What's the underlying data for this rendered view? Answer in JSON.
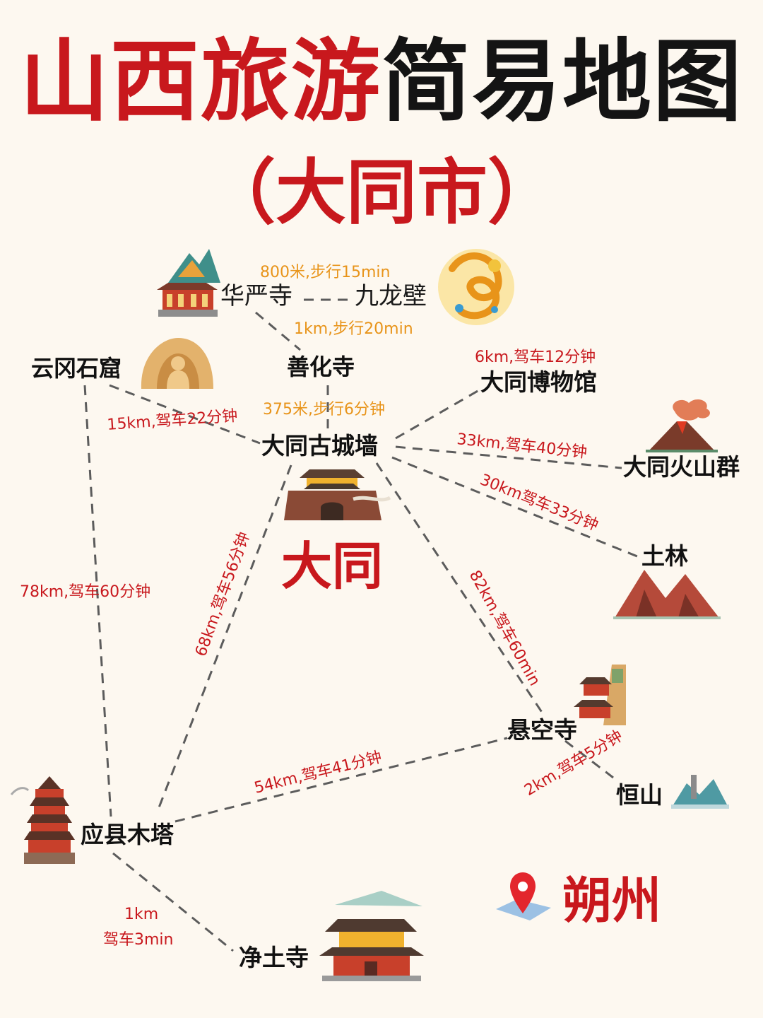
{
  "title": {
    "part_red": "山西旅游",
    "part_black": "简易地图"
  },
  "subtitle": "（大同市）",
  "colors": {
    "red": "#c8181d",
    "orange": "#e8941a",
    "line": "#5c5c5c",
    "text": "#111111"
  },
  "places": {
    "huayan": "华严寺",
    "jiulong": "九龙壁",
    "yungang": "云冈石窟",
    "shanhua": "善化寺",
    "museum": "大同博物馆",
    "citywall": "大同古城墙",
    "volcano": "大同火山群",
    "tulin": "土林",
    "xuankong": "悬空寺",
    "hengshan": "恒山",
    "muta": "应县木塔",
    "jingtu": "净土寺"
  },
  "cities": {
    "datong": "大同",
    "shuozhou": "朔州"
  },
  "routes": {
    "huayan_jiulong": "800米,步行15min",
    "huayan_shanhua": "1km,步行20min",
    "shanhua_wall": "375米,步行6分钟",
    "yungang_wall": "15km,驾车22分钟",
    "museum": "6km,驾车12分钟",
    "volcano": "33km,驾车40分钟",
    "tulin": "30km驾车33分钟",
    "xuankong": "82km,驾车60min",
    "yungang_muta": "78km,驾车60分钟",
    "wall_muta": "68km,驾车56分钟",
    "muta_xuankong": "54km,驾车41分钟",
    "xuankong_hengshan": "2km,驾车5分钟",
    "muta_jingtu_1": "1km",
    "muta_jingtu_2": "驾车3min"
  },
  "icons": [
    "temple-mountain-icon",
    "dragon-icon",
    "grotto-buddha-icon",
    "volcano-icon",
    "city-gate-icon",
    "red-mountains-icon",
    "hanging-temple-icon",
    "hengshan-mountain-icon",
    "wooden-pagoda-icon",
    "jingtu-temple-icon",
    "map-pin-icon"
  ]
}
